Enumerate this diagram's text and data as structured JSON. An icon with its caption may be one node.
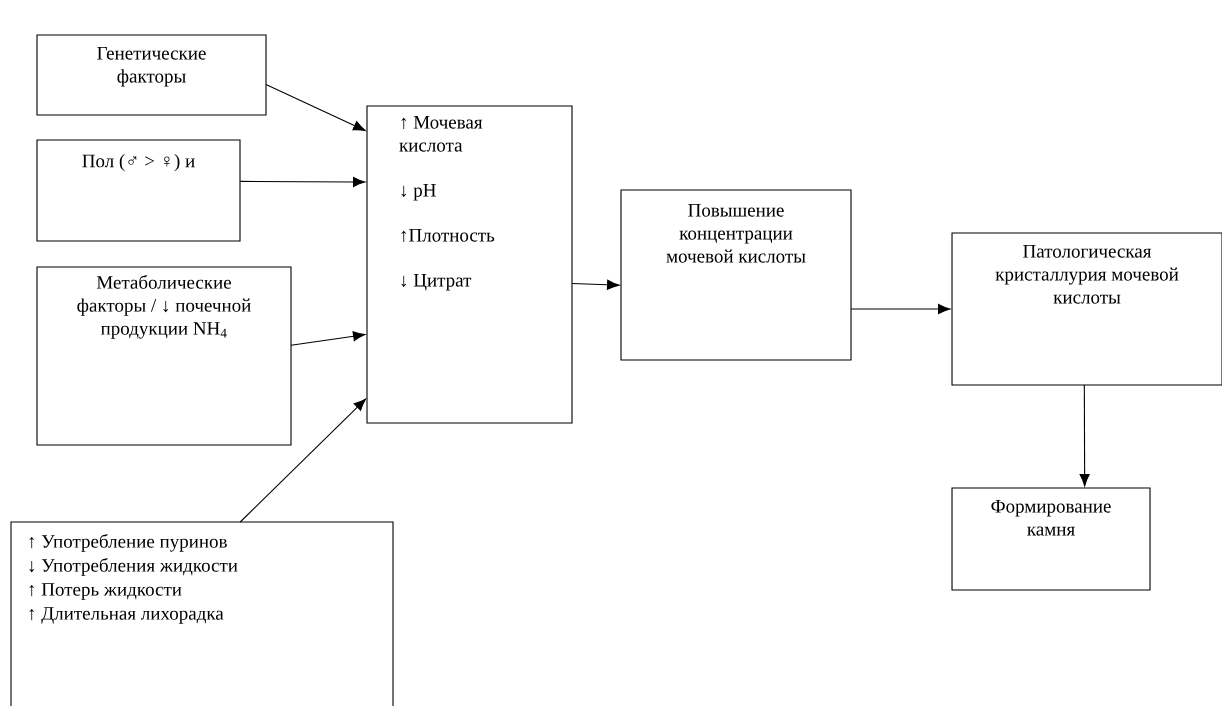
{
  "diagram": {
    "nodes": [
      {
        "text": [
          "Генетические факторы"
        ]
      },
      {
        "text": [
          "Пол (♂ > ♀) и"
        ]
      },
      {
        "text": [
          "Метаболические факторы / ↓ почечной продукции NH$_{4}$"
        ]
      },
      {
        "text": [
          "↑ Употребление пуринов",
          "↓ Употребления жидкости",
          "↑ Потерь жидкости",
          "↑ Длительная лихорадка"
        ]
      },
      {
        "text": [
          "↑ Мочевая кислота",
          "↓ pH",
          "↑Плотность",
          "↓ Цитрат"
        ]
      },
      {
        "text": [
          "Повышение концентрации мочевой кислоты"
        ]
      },
      {
        "text": [
          "Патологическая кристаллурия мочевой кислоты"
        ]
      },
      {
        "text": [
          "Формирование камня"
        ]
      }
    ],
    "edges": [
      {
        "from": 0,
        "to": 4,
        "arrow": "to"
      },
      {
        "from": 1,
        "to": 4,
        "arrow": "to"
      },
      {
        "from": 2,
        "to": 4,
        "arrow": "to"
      },
      {
        "from": 3,
        "to": 4,
        "arrow": "to"
      },
      {
        "from": 4,
        "to": 5,
        "arrow": "to"
      },
      {
        "from": 5,
        "to": 6,
        "arrow": "to"
      },
      {
        "from": 6,
        "to": 7,
        "arrow": "to"
      }
    ]
  }
}
